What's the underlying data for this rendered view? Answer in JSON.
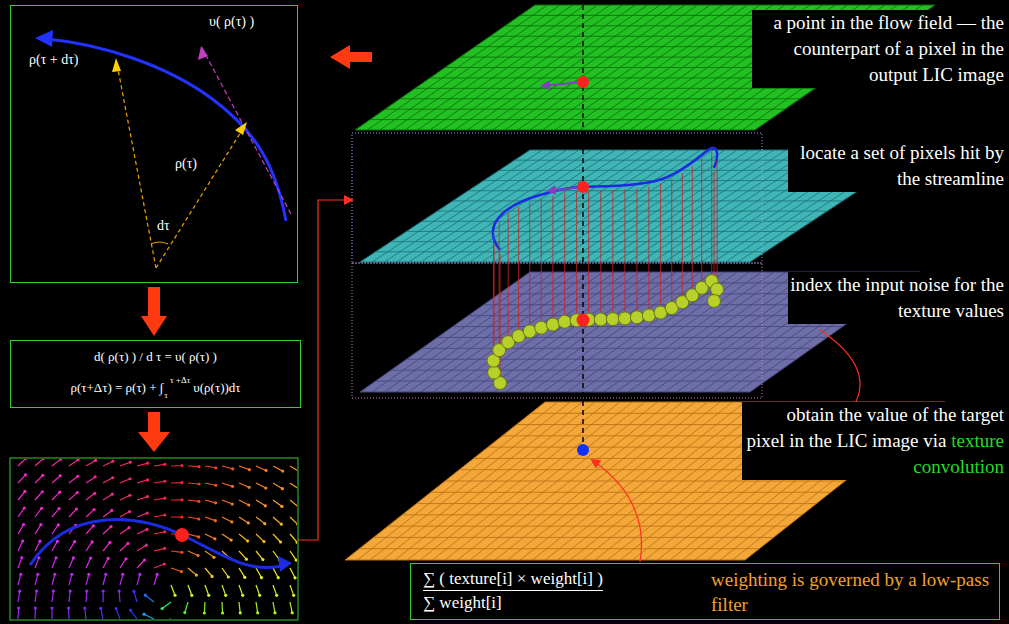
{
  "diagram": {
    "nodes": [
      {
        "text": [
          "υ( ρ(τ) )",
          "ρ(τ + dτ)",
          "ρ(τ)",
          "dτ"
        ]
      },
      {
        "text": [
          "d( ρ(τ) ) / d τ = υ( ρ(τ) )",
          "ρ(τ+Δτ) = ρ(τ) + ∫",
          "τ",
          "τ +Δτ",
          "υ(ρ(τ))dτ"
        ]
      },
      {
        "text": [
          "∑ ( texture[i] × weight[i] )",
          "∑ weight[i]",
          "weighting is governed by a low-pass filter"
        ]
      }
    ],
    "edges": [
      {
        "from": 0,
        "to": 1,
        "arrow": "to"
      }
    ],
    "labels": [
      "a point in the flow field — the counterpart of a pixel in the output LIC image",
      "locate a set of pixels hit by the streamline",
      "index the input noise for the texture values",
      "obtain the value of the target pixel in the LIC image via",
      "texture convolution"
    ]
  }
}
